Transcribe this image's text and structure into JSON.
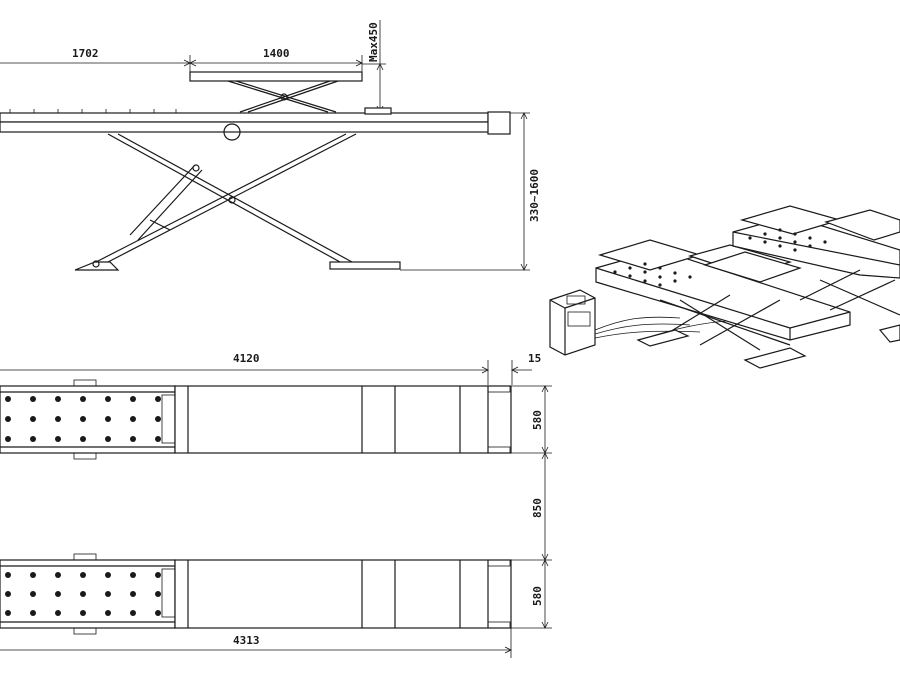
{
  "side_view": {
    "dim_platform_length": "1702",
    "dim_sub_platform_length": "1400",
    "dim_max_lift": "Max450",
    "dim_height_range": "330~1600"
  },
  "top_view": {
    "dim_total_length": "4120",
    "dim_end_gap": "15",
    "dim_platform_width_1": "580",
    "dim_platform_spacing": "850",
    "dim_platform_width_2": "580",
    "dim_overall_length": "4313"
  },
  "colors": {
    "line": "#1a1a1a",
    "background": "#ffffff"
  }
}
